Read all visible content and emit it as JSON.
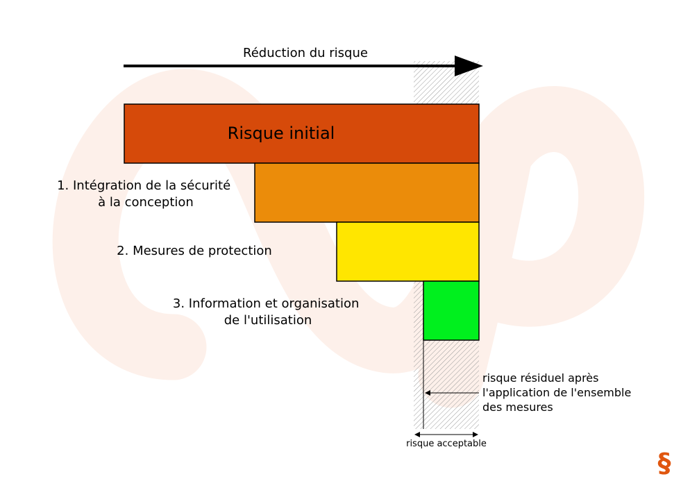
{
  "diagram": {
    "arrow_label": "Réduction du risque",
    "bars": [
      {
        "label": "Risque initial",
        "color": "#d64a0a"
      },
      {
        "label_lines": [
          "1. Intégration de la sécurité",
          "à la conception"
        ],
        "color": "#eb8c0a"
      },
      {
        "label": "2. Mesures de protection",
        "color": "#ffe600"
      },
      {
        "label_lines": [
          "3. Information et organisation",
          "de l'utilisation"
        ],
        "color": "#00f01e"
      }
    ],
    "residual_note": [
      "risque résiduel après",
      "l'application de l'ensemble",
      "des mesures"
    ],
    "acceptable_label": "risque acceptable",
    "section_symbol": "§",
    "colors": {
      "watermark": "#fdf0ea",
      "hatch": "#9a9a9a",
      "symbol": "#e0560f",
      "outline": "#000000"
    }
  }
}
